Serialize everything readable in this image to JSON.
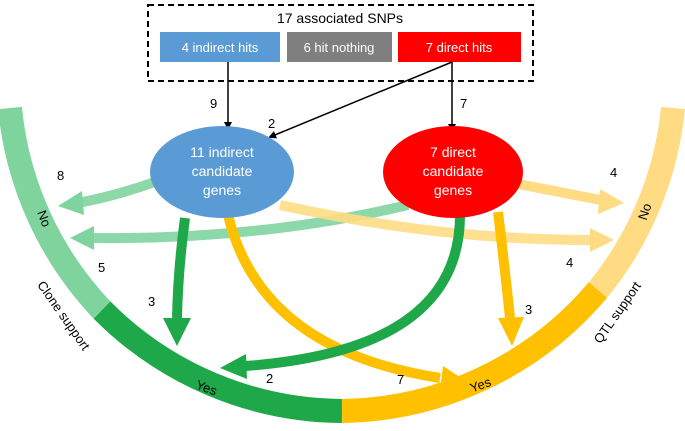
{
  "snps": {
    "title": "17 associated SNPs",
    "indirect": "4 indirect hits",
    "nothing": "6 hit nothing",
    "direct": "7 direct hits"
  },
  "nodes": {
    "indirect": [
      "11 indirect",
      "candidate",
      "genes"
    ],
    "direct": [
      "7 direct",
      "candidate",
      "genes"
    ]
  },
  "arcs": {
    "clone_label": "Clone support",
    "qtl_label": "QTL support",
    "clone_no": "No",
    "clone_yes": "Yes",
    "qtl_no": "No",
    "qtl_yes": "Yes"
  },
  "counts": {
    "snp_to_indirect": "9",
    "snp_direct_to_indirect": "2",
    "snp_to_direct": "7",
    "indirect_clone_no": "8",
    "direct_clone_no": "5",
    "indirect_clone_yes": "3",
    "direct_clone_yes": "2",
    "direct_qtl_no": "4",
    "indirect_qtl_no": "4",
    "direct_qtl_yes": "3",
    "indirect_qtl_yes": "7"
  },
  "colors": {
    "blue": "#5b9bd5",
    "gray": "#7f7f7f",
    "red": "#ff0000",
    "green_light": "#7fd49e",
    "green_dark": "#1fa84a",
    "yellow_light": "#ffdc84",
    "yellow_dark": "#ffc000"
  }
}
